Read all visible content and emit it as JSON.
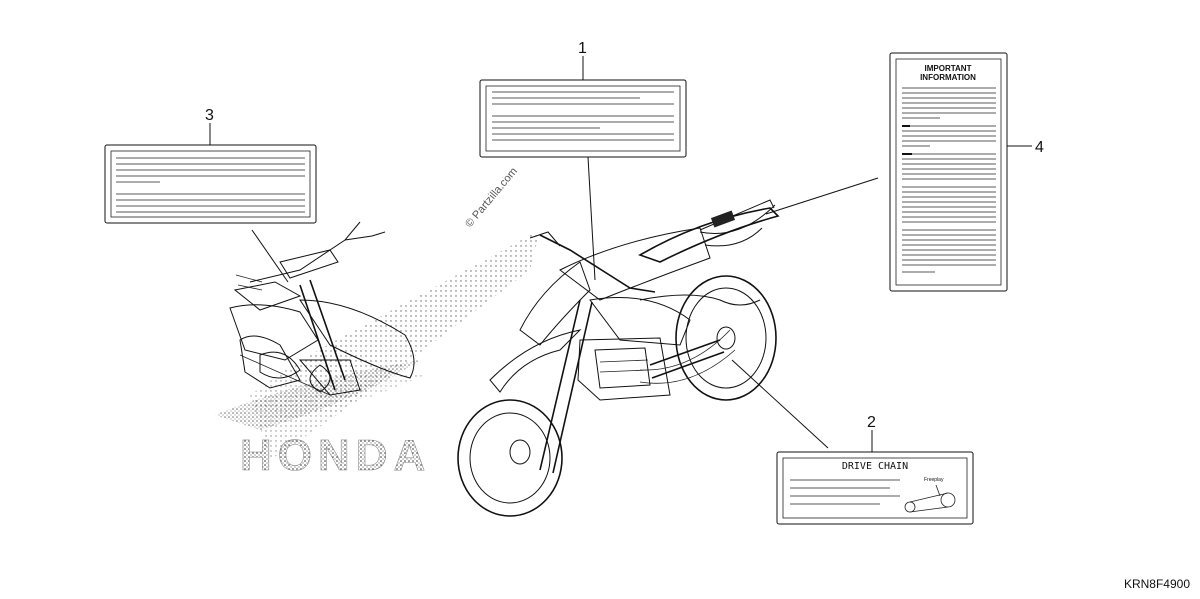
{
  "diagram_code": "KRN8F4900",
  "watermark": "© Partzilla.com",
  "brand_text": "HONDA",
  "callouts": [
    "1",
    "2",
    "3",
    "4"
  ],
  "label_2": {
    "title": "DRIVE CHAIN",
    "small_text": "Freeplay"
  },
  "label_4": {
    "title_line1": "IMPORTANT",
    "title_line2": "INFORMATION"
  }
}
